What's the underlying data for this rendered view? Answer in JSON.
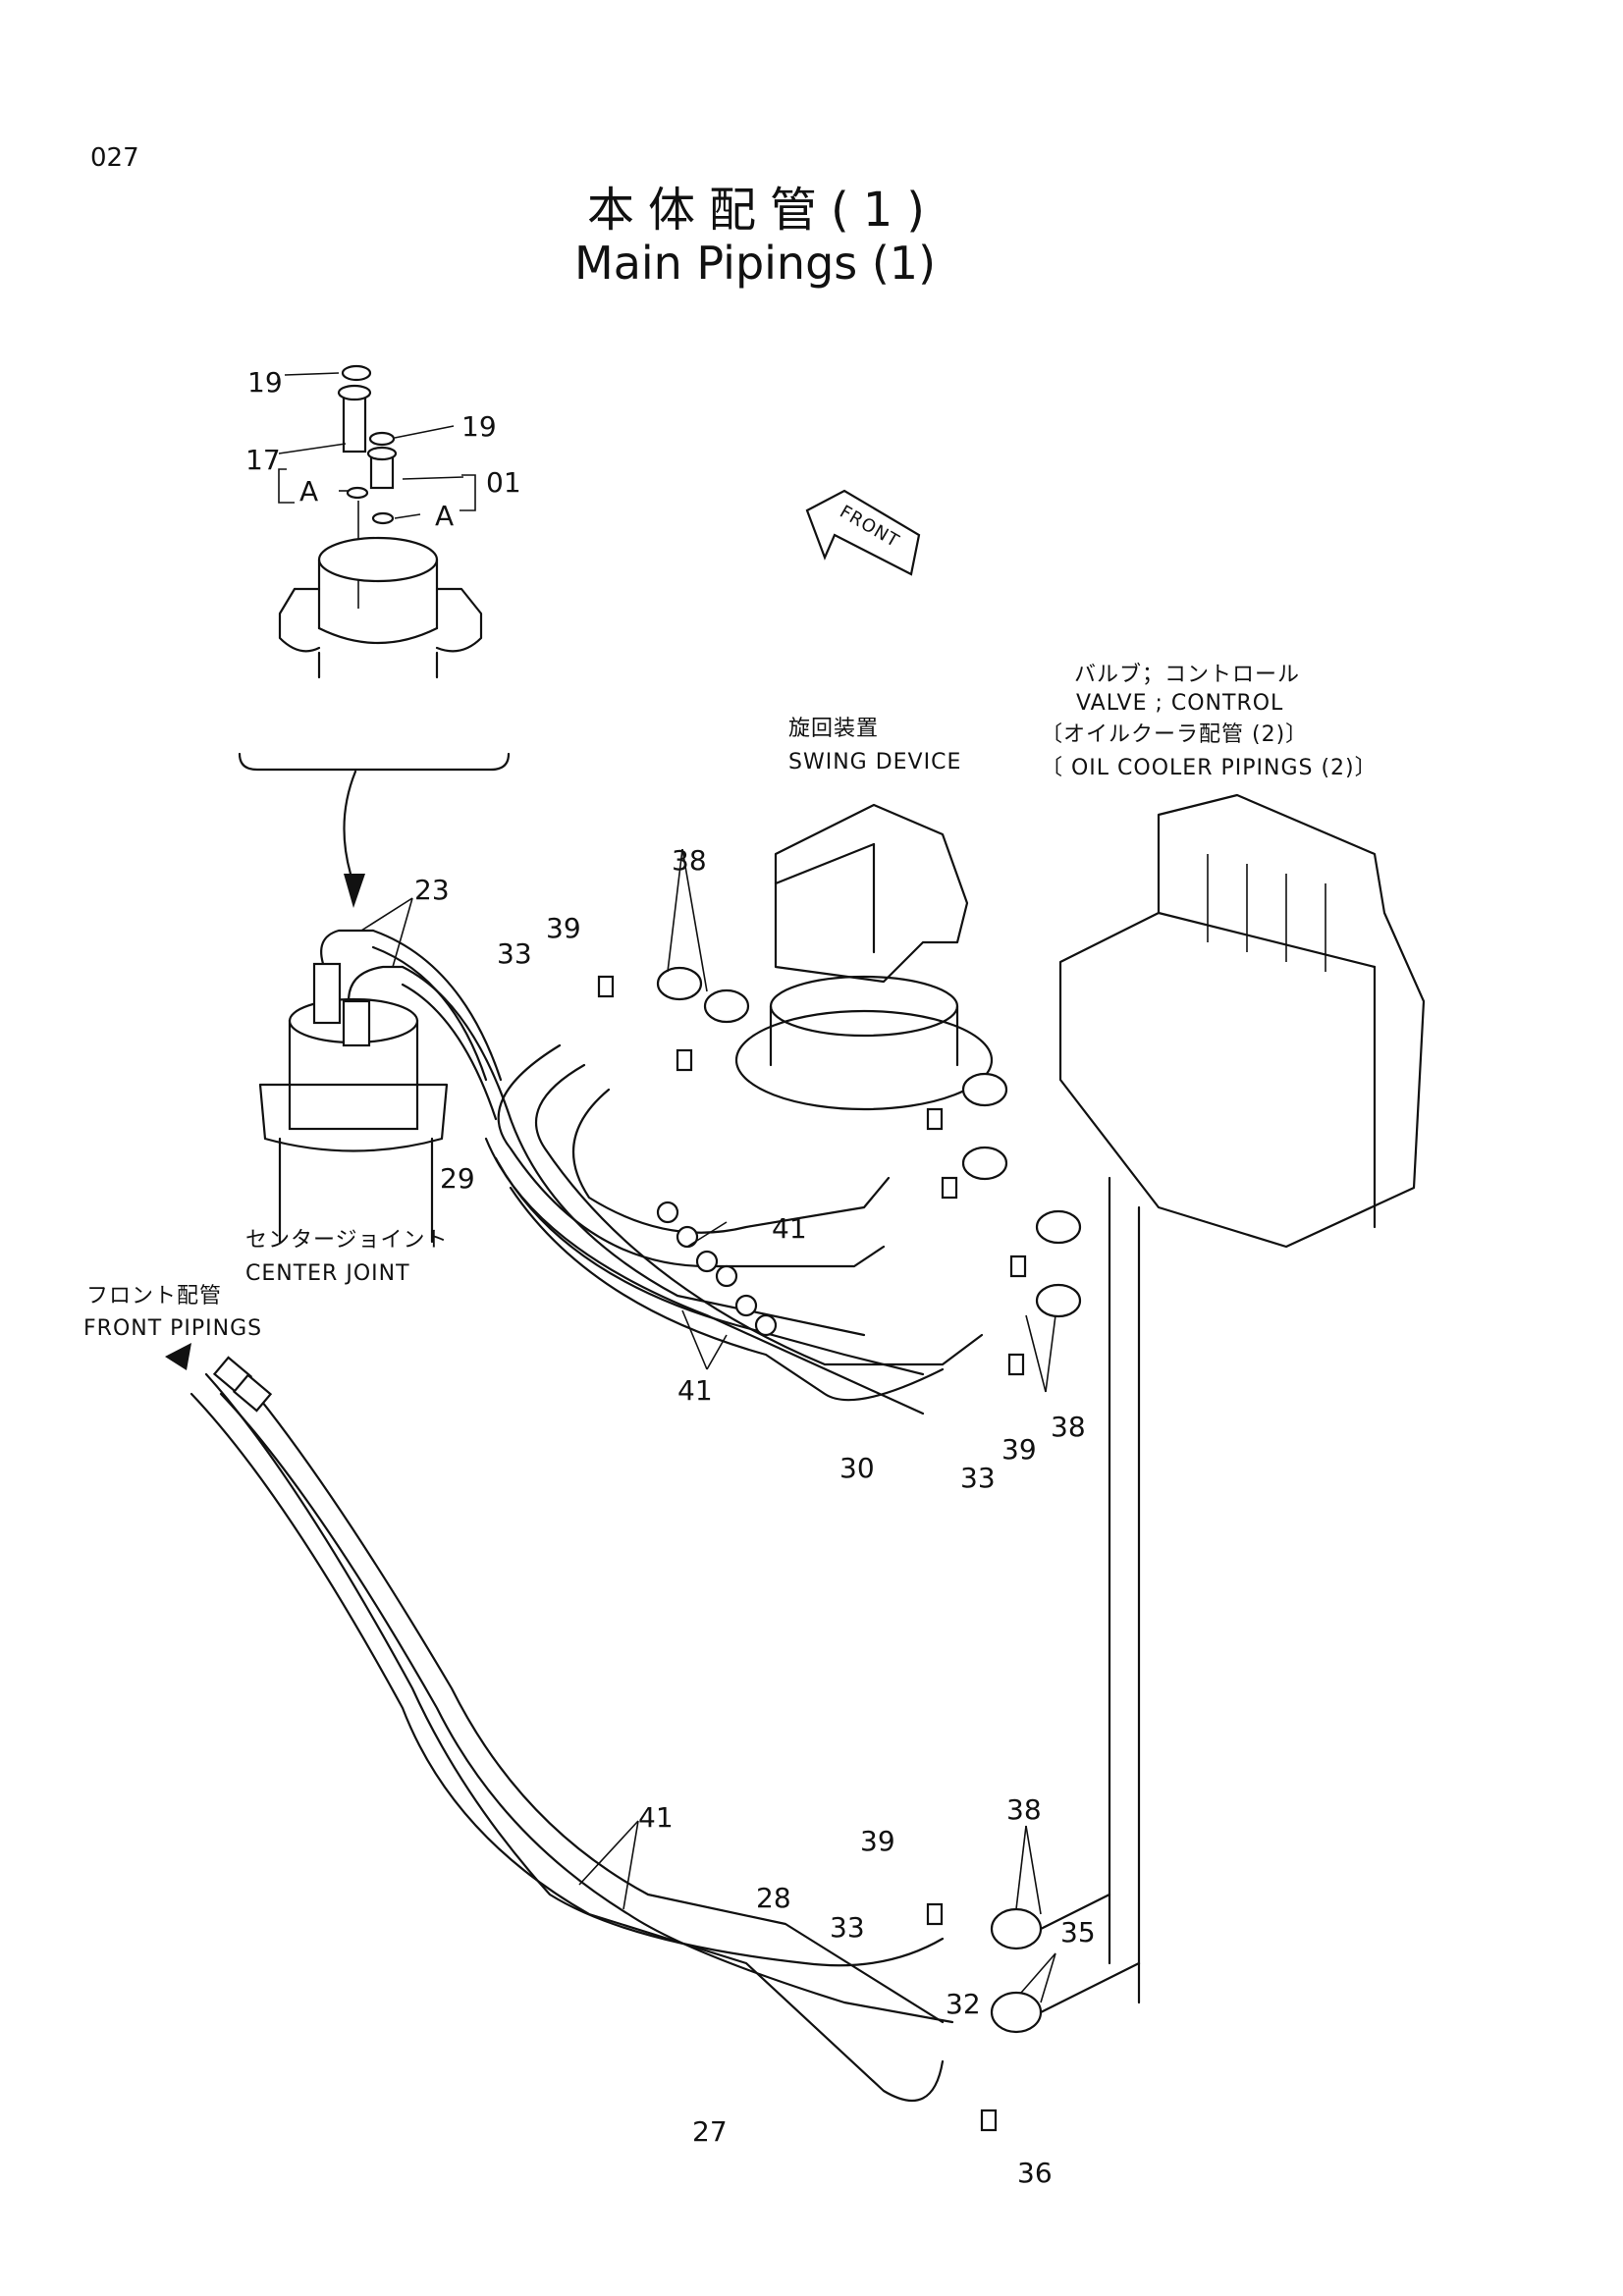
{
  "page_number": "027",
  "title_jp": "本体配管(1)",
  "title_en": "Main Pipings (1)",
  "front_arrow_label": "FRONT",
  "components": {
    "valve_jp": "バルブ；コントロール",
    "valve_en": "VALVE ; CONTROL",
    "oil_cooler_jp": "〔オイルクーラ配管 (2)〕",
    "oil_cooler_en": "〔 OIL  COOLER  PIPINGS (2)〕",
    "swing_jp": "旋回装置",
    "swing_en": "SWING  DEVICE",
    "center_jp": "センタージョイント",
    "center_en": "CENTER  JOINT",
    "front_pip_jp": "フロント配管",
    "front_pip_en": "FRONT  PIPINGS"
  },
  "callouts": {
    "c19a": "19",
    "c19b": "19",
    "c17": "17",
    "c01": "01",
    "cAa": "A",
    "cAb": "A",
    "c23": "23",
    "c39a": "39",
    "c38a": "38",
    "c33a": "33",
    "c29": "29",
    "c41a": "41",
    "c41b": "41",
    "c30": "30",
    "c33b": "33",
    "c39b": "39",
    "c38b": "38",
    "c41c": "41",
    "c38c": "38",
    "c39c": "39",
    "c28": "28",
    "c33c": "33",
    "c35": "35",
    "c32": "32",
    "c27": "27",
    "c36": "36"
  }
}
